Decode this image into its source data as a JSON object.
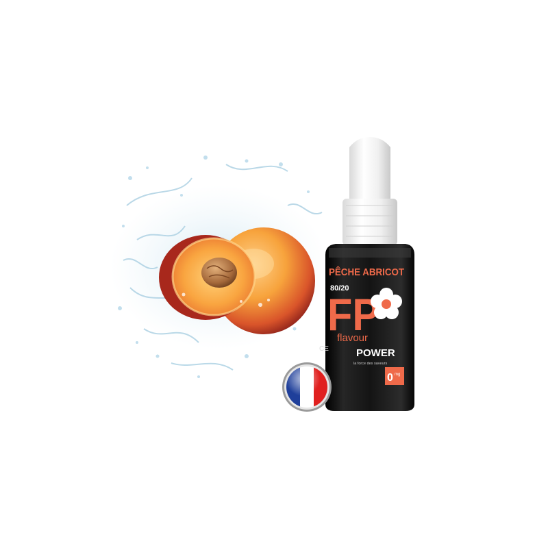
{
  "product": {
    "flavor_name": "PÊCHE ABRICOT",
    "ratio": "80/20",
    "brand_initials": "FP",
    "brand_word_1": "flavour",
    "brand_word_2": "POWER",
    "tagline": "la force des saveurs",
    "nicotine": "0",
    "nicotine_unit": "mg",
    "side_text": "CE"
  },
  "colors": {
    "label_black": "#111111",
    "brand_orange": "#ef6a4a",
    "cap_white": "#f2f2f2",
    "flag_blue": "#1f3f9a",
    "flag_red": "#e0201f"
  },
  "badges": {
    "flag": "france-flag"
  }
}
